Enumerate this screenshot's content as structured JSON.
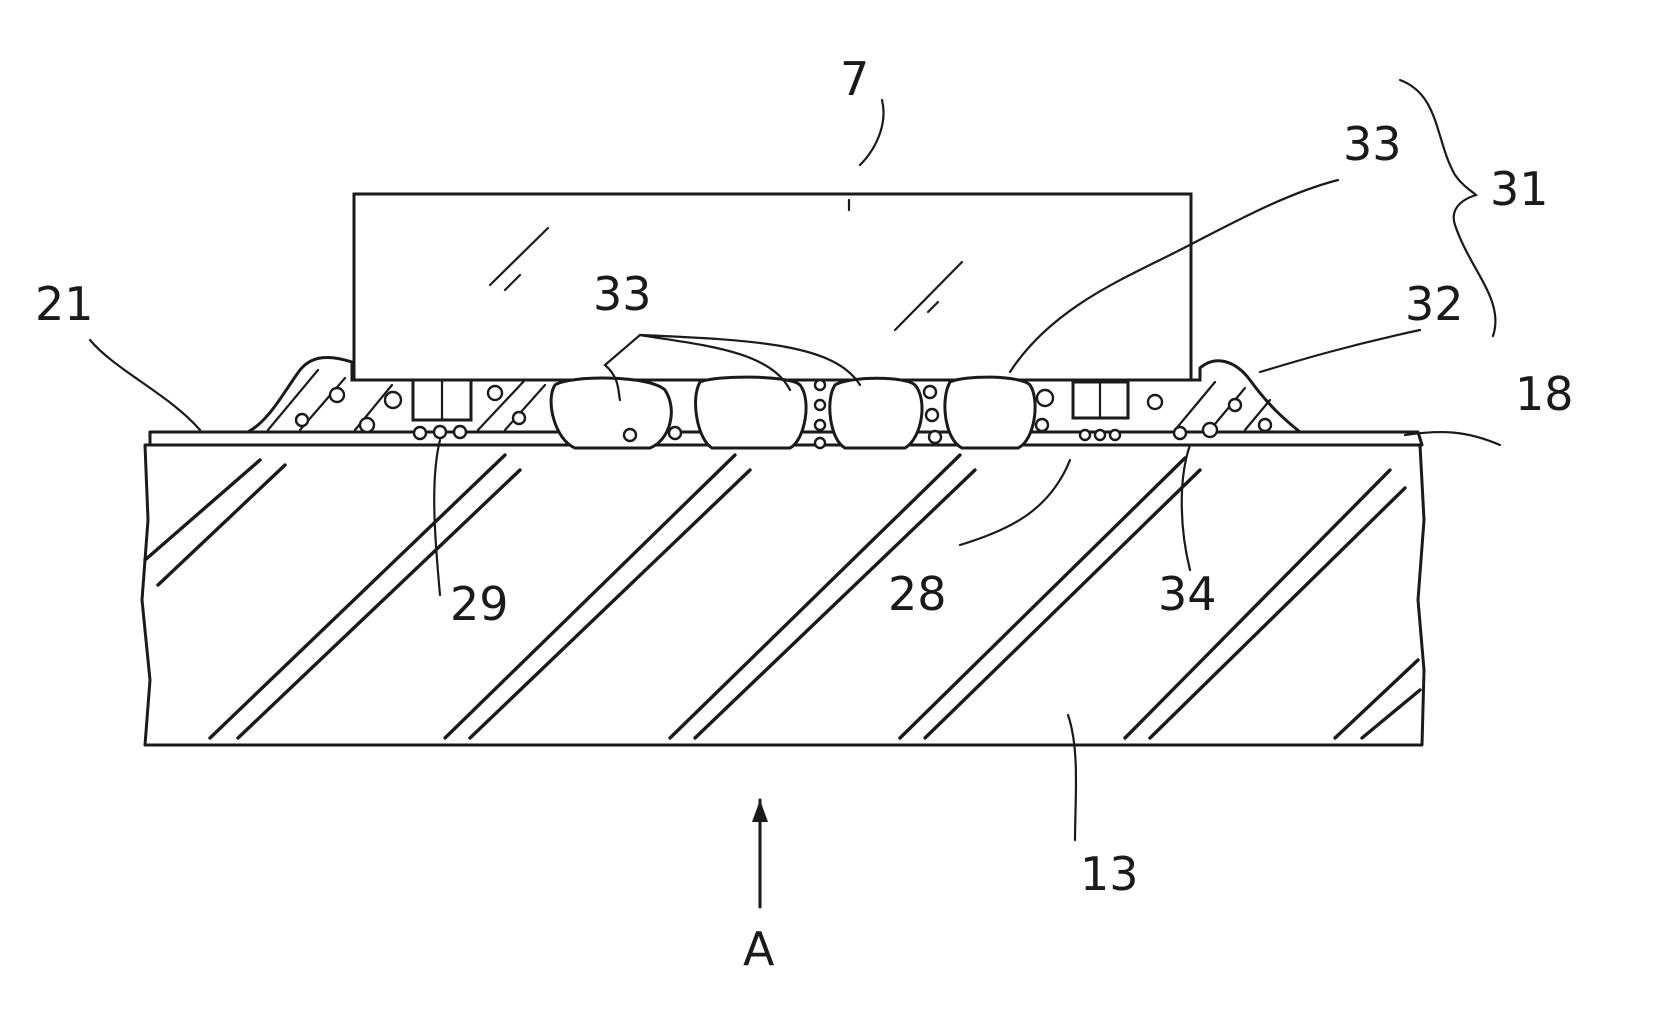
{
  "labels": {
    "chip": "7",
    "particles_top": "33",
    "particles_mid": "33",
    "conductive_film": "31",
    "resin": "32",
    "left_electrode": "21",
    "right_electrode": "18",
    "bump": "29",
    "pad": "28",
    "filler": "34",
    "substrate": "13",
    "view_arrow": "A"
  },
  "colors": {
    "ink": "#1a1a1a",
    "background": "#ffffff"
  }
}
